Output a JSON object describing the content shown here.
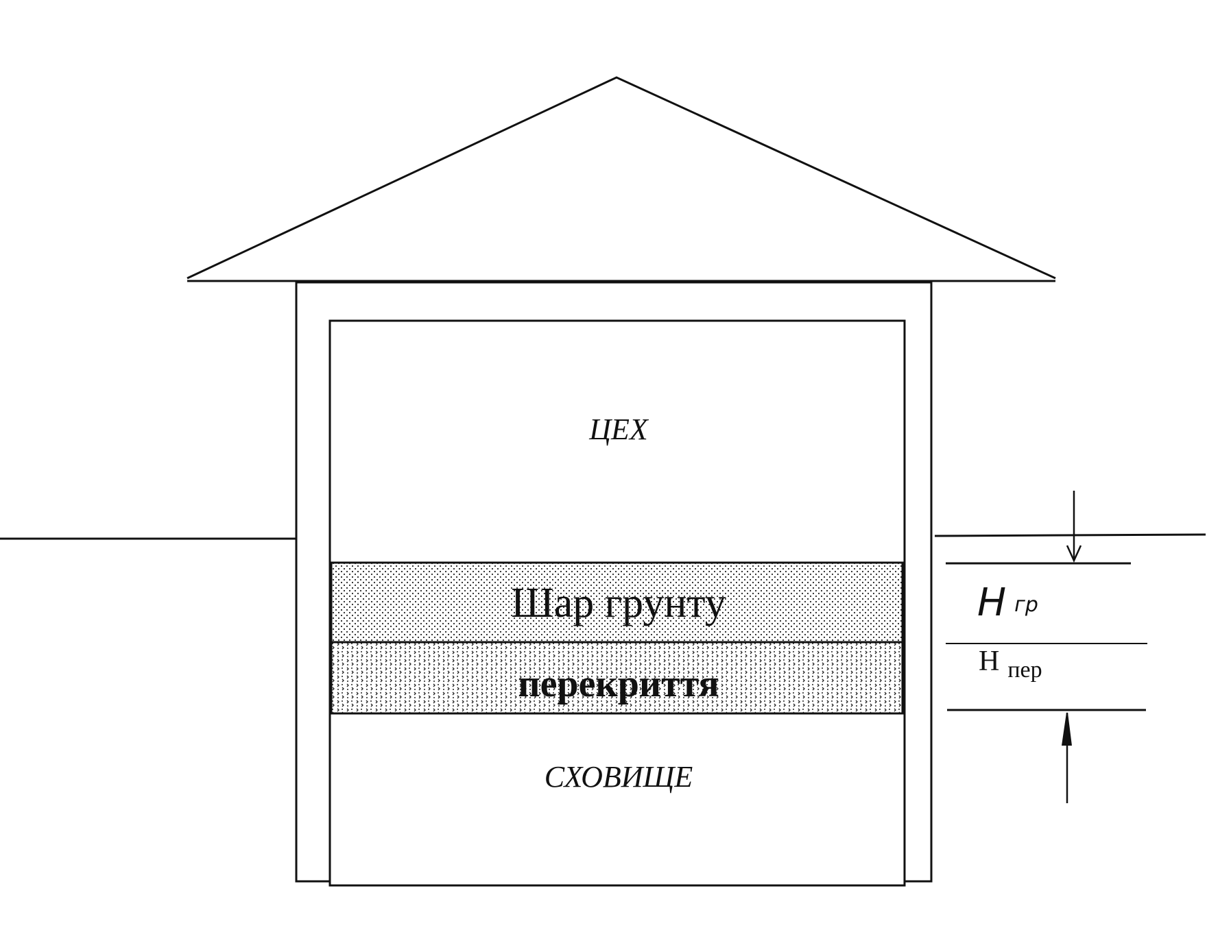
{
  "diagram": {
    "labels": {
      "workshop": "ЦЕХ",
      "soil_layer": "Шар грунту",
      "slab": "перекриття",
      "shelter": "СХОВИЩЕ",
      "h_soil_main": "H",
      "h_soil_sub": "гр",
      "h_slab_main": "H",
      "h_slab_sub": "пер"
    },
    "colors": {
      "line": "#111111",
      "background": "#ffffff"
    }
  }
}
